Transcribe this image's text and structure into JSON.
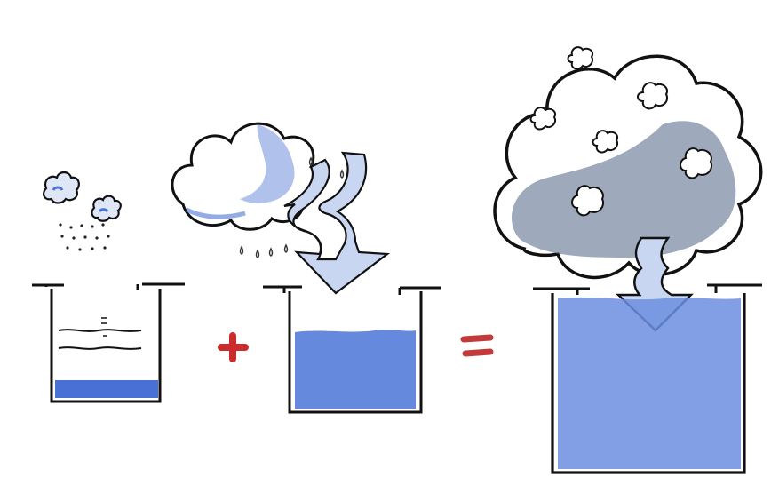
{
  "palette": {
    "ink": "#111111",
    "water_blue": "#4a74d6",
    "light_blue": "#c9d6f1",
    "cloud_grey": "#8c99ad",
    "plus_red": "#cc2b2b",
    "equals_red": "#c23a3a",
    "background": "#ffffff"
  },
  "diagram": {
    "equation": [
      "small-cloud-rain-container",
      "plus-sign",
      "cloud-arrow-container",
      "equals-sign",
      "big-cloud-full-container"
    ],
    "icons": [
      "small-cloud-icon",
      "rain-drops-icon",
      "big-cloud-icon",
      "downward-arrow-icon",
      "plus-icon",
      "equals-icon",
      "tree-cloud-icon"
    ]
  }
}
